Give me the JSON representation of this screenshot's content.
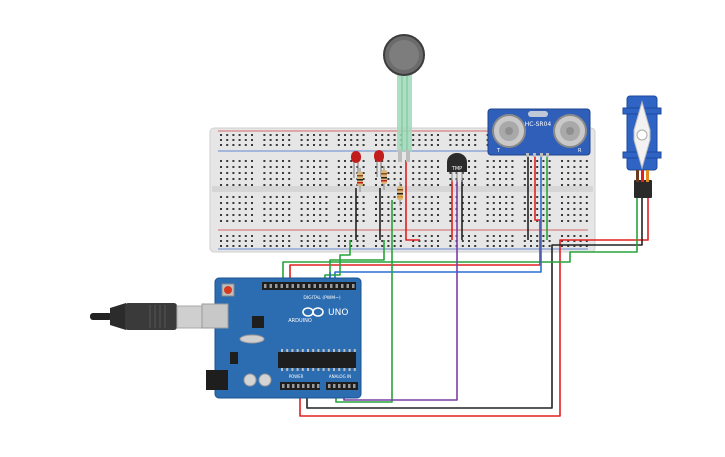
{
  "canvas": {
    "background": "#ffffff"
  },
  "breadboard": {
    "color": "#e6e6e6",
    "rail_red": "#d23a3a",
    "rail_blue": "#3a66c9",
    "hole_color": "#3a3a3a"
  },
  "arduino": {
    "board_color": "#2c6cb0",
    "logo_text": "UNO",
    "brand_text": "ARDUINO",
    "digital_label": "DIGITAL (PWM~)",
    "power_label": "POWER",
    "analog_label": "ANALOG IN"
  },
  "ultrasonic": {
    "label": "HC-SR04",
    "board_color": "#2f5fb8",
    "pin_labels": [
      "T",
      "R"
    ]
  },
  "temperature_sensor": {
    "label": "TMP"
  },
  "components": {
    "led_color": "#c21d1d",
    "resistor_color": "#d9b77c",
    "fsr_color": "#6b6b6b",
    "servo_color": "#2f63c4"
  },
  "wire_colors": {
    "red": "#e02020",
    "black": "#222222",
    "green": "#27a33a",
    "blue": "#2a6fd4",
    "purple": "#7b3fa8",
    "mint": "#9fd9b8"
  }
}
